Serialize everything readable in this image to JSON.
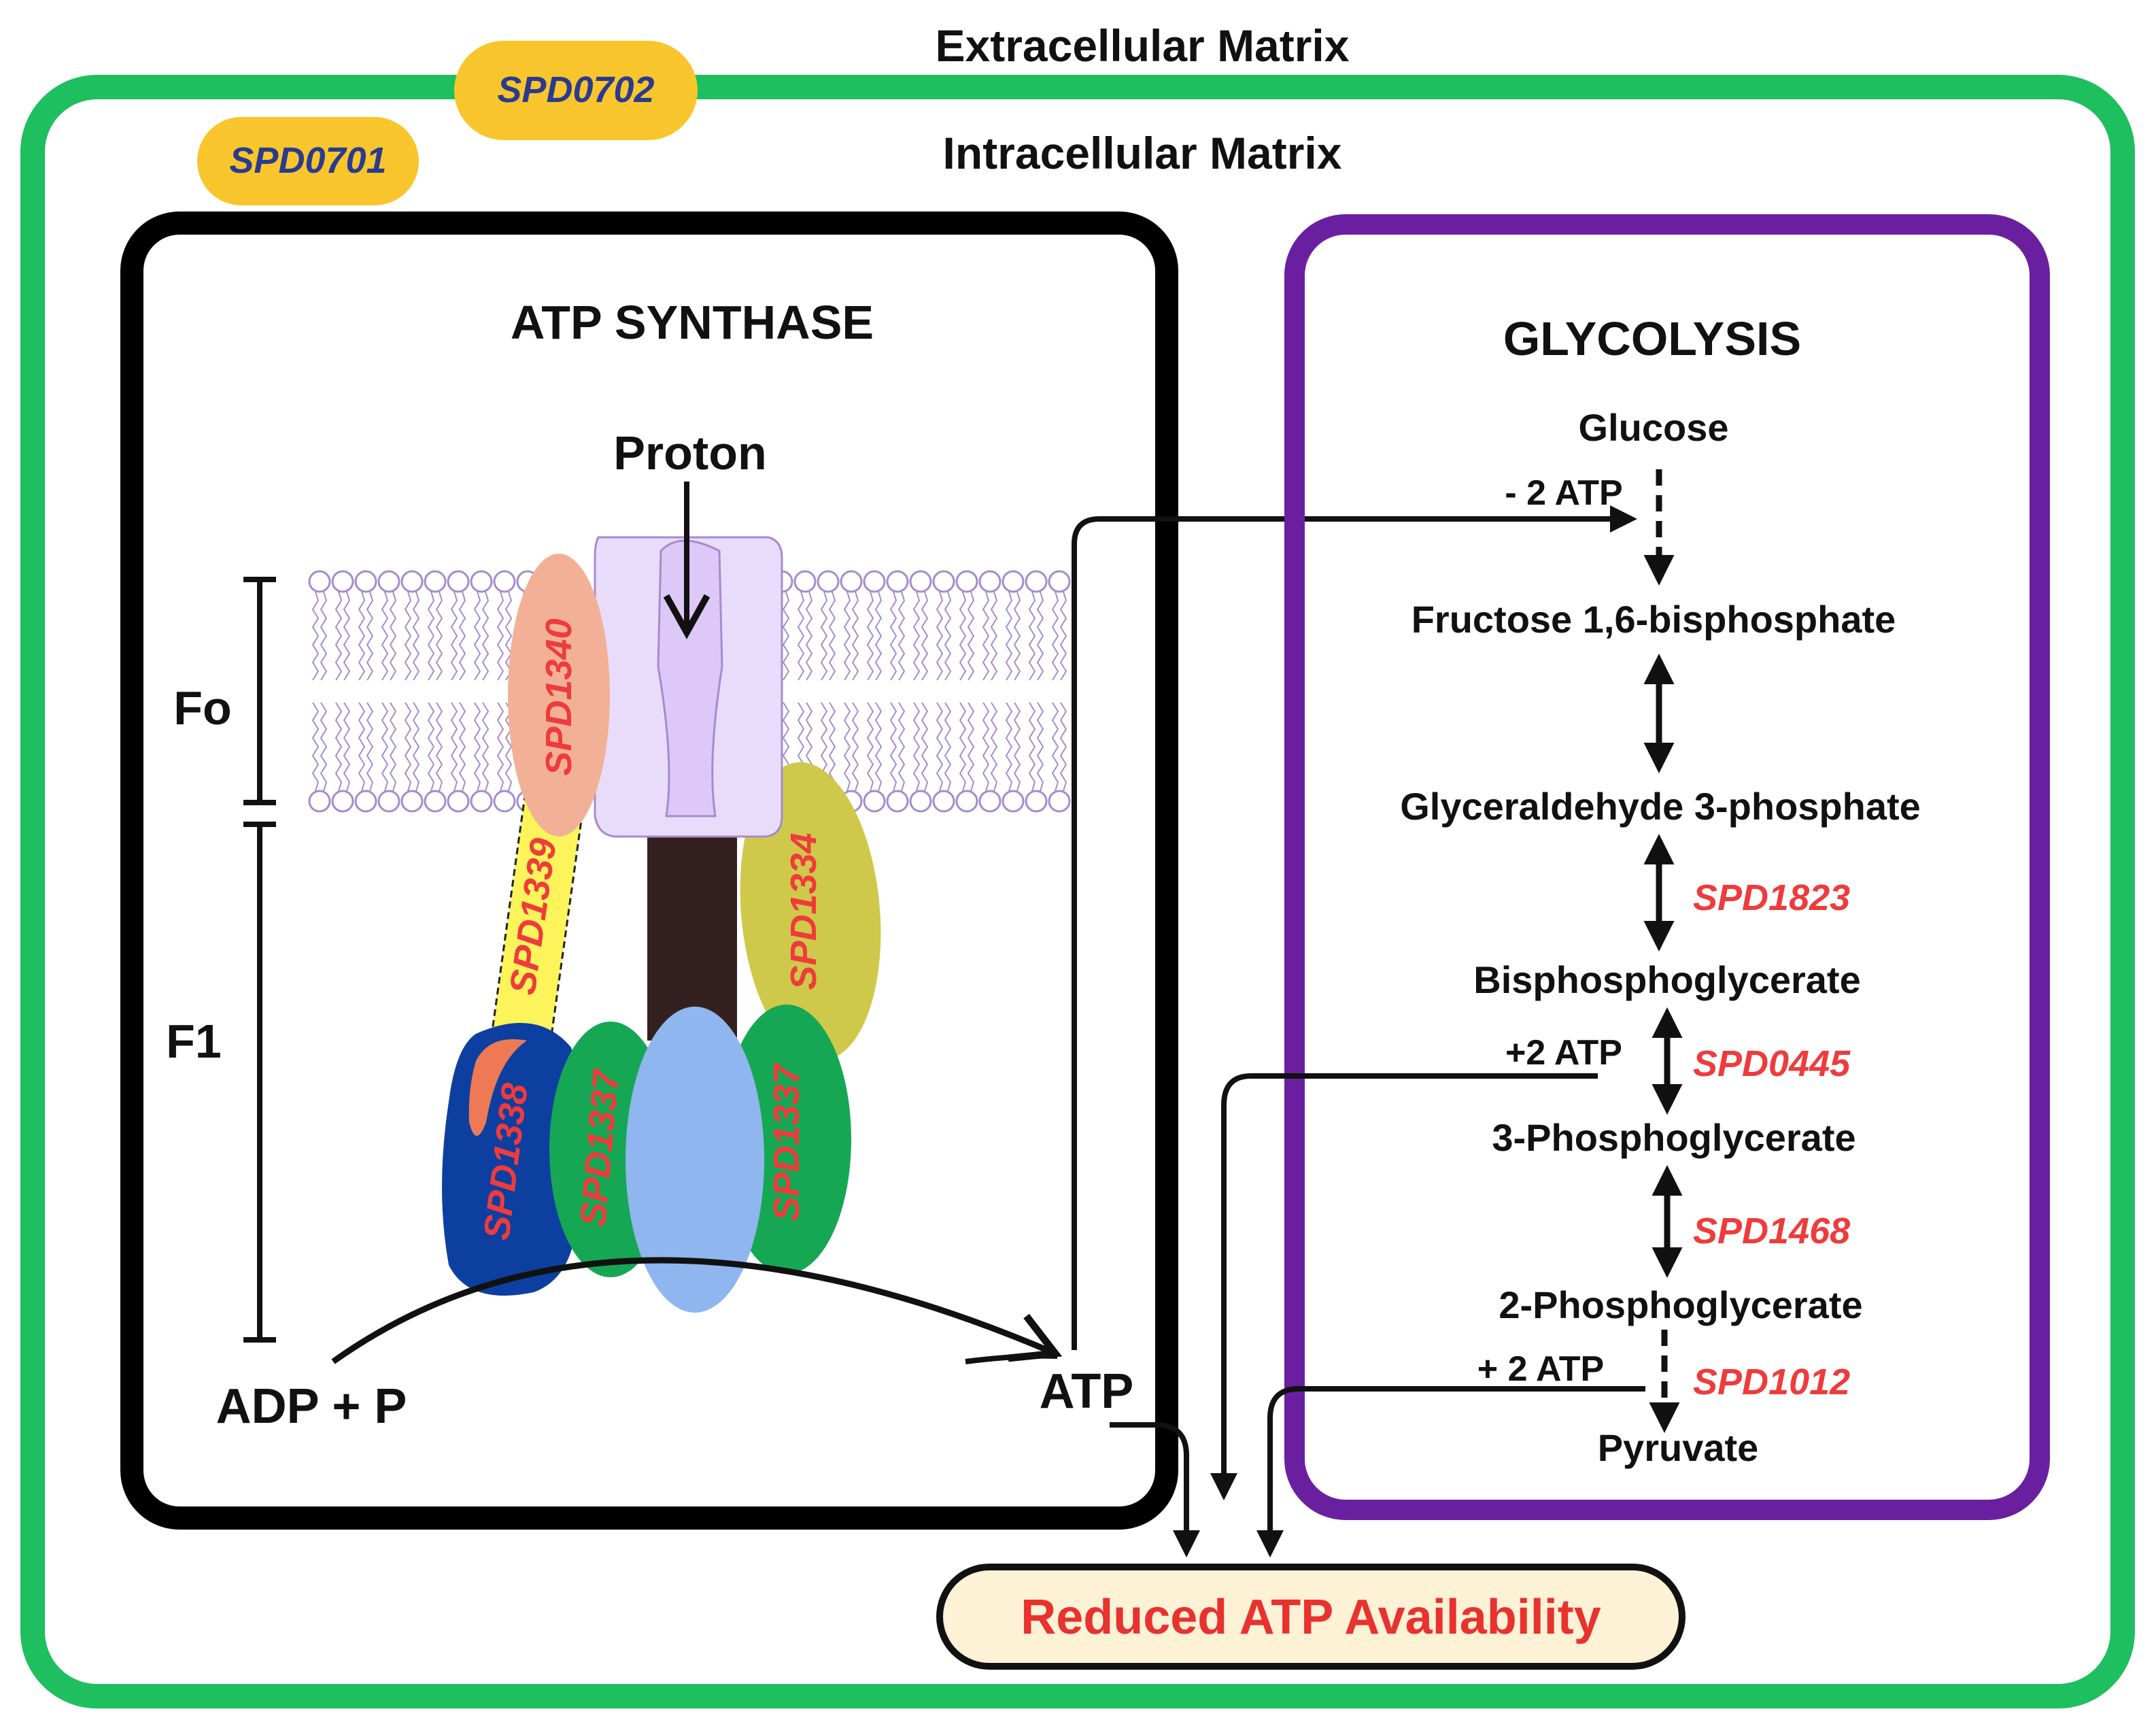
{
  "labels": {
    "extracellular": "Extracellular Matrix",
    "intracellular": "Intracellular Matrix",
    "atp_synthase_title": "ATP SYNTHASE",
    "glycolysis_title": "GLYCOLYSIS",
    "proton": "Proton",
    "fo": "Fo",
    "f1": "F1",
    "adp_p": "ADP + P",
    "atp": "ATP",
    "reduced_atp": "Reduced ATP Availability"
  },
  "membrane_genes": {
    "spd0702": "SPD0702",
    "spd0701": "SPD0701"
  },
  "atp_synthase_genes": {
    "spd1340": "SPD1340",
    "spd1339": "SPD1339",
    "spd1334": "SPD1334",
    "spd1338": "SPD1338",
    "spd1337_left": "SPD1337",
    "spd1337_right": "SPD1337"
  },
  "glycolysis": {
    "glucose": "Glucose",
    "fructose": "Fructose 1,6-bisphosphate",
    "g3p": "Glyceraldehyde 3-phosphate",
    "bpg": "Bisphosphoglycerate",
    "pg3": "3-Phosphoglycerate",
    "pg2": "2-Phosphoglycerate",
    "pyruvate": "Pyruvate",
    "minus_2atp": "- 2 ATP",
    "plus_2atp_a": "+2 ATP",
    "plus_2atp_b": "+ 2 ATP",
    "gene_1823": "SPD1823",
    "gene_0445": "SPD0445",
    "gene_1468": "SPD1468",
    "gene_1012": "SPD1012"
  },
  "colors": {
    "cell_border": "#1dbf5e",
    "atp_box": "#000000",
    "glycolysis_box": "#6a1fa0",
    "gene_tag_fill": "#f8c62c",
    "gene_tag_text": "#2a3b8f",
    "gene_red": "#ef3b3b",
    "reduced_fill": "#fdf1d6",
    "reduced_text": "#e8322e",
    "lipid": "#a58bd0"
  }
}
